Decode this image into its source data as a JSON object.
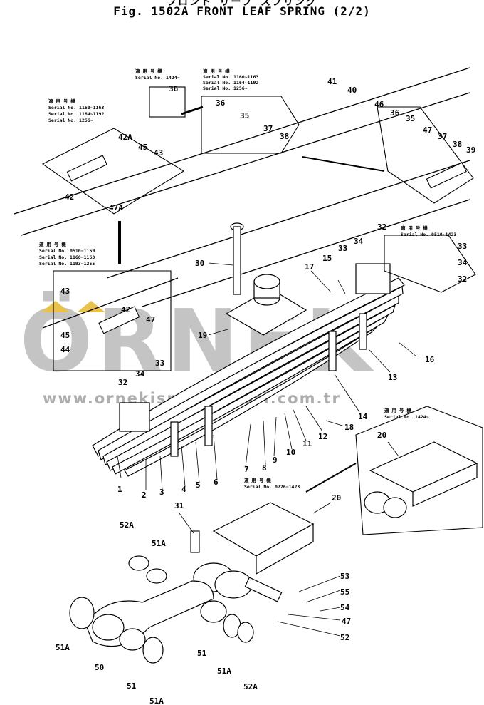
{
  "header": {
    "jp_title": "フロント リーフ スプリング",
    "fig_title": "Fig. 1502A   FRONT LEAF SPRING (2/2)"
  },
  "watermark": {
    "brand": "ÖRNEK",
    "url": "www.ornekismakinalari.com.tr",
    "brand_color": "#b8b8b8",
    "url_color": "#a8a8a8"
  },
  "serial_notes": [
    {
      "id": "note-top-left",
      "lines": [
        "適 用 号 機",
        "Serial No. 1160~1163",
        "Serial No. 1164~1192",
        "Serial No. 1256~"
      ]
    },
    {
      "id": "note-bolt-36",
      "lines": [
        "適 用 号 機",
        "Serial No. 1424~"
      ]
    },
    {
      "id": "note-bracket-36-38",
      "lines": [
        "適 用 号 機",
        "Serial No. 1160~1163",
        "Serial No. 1164~1192",
        "Serial No. 1256~"
      ]
    },
    {
      "id": "note-mid-left",
      "lines": [
        "適 用 号 機",
        "Serial No. 0510~1159",
        "Serial No. 1160~1163",
        "Serial No. 1193~1255"
      ]
    },
    {
      "id": "note-right-32-34",
      "lines": [
        "適 用 号 機",
        "Serial No. 0510~1423"
      ]
    },
    {
      "id": "note-right-20",
      "lines": [
        "適 用 号 機",
        "Serial No. 1424~"
      ]
    },
    {
      "id": "note-center-20",
      "lines": [
        "適 用 号 機",
        "Serial No. 0726~1423"
      ]
    }
  ],
  "part_labels": [
    "1",
    "2",
    "3",
    "4",
    "5",
    "6",
    "7",
    "8",
    "9",
    "10",
    "11",
    "12",
    "13",
    "14",
    "15",
    "16",
    "17",
    "18",
    "19",
    "20",
    "30",
    "31",
    "32",
    "33",
    "34",
    "35",
    "36",
    "37",
    "38",
    "39",
    "40",
    "41",
    "42",
    "42A",
    "43",
    "44",
    "45",
    "46",
    "47",
    "47A",
    "50",
    "51",
    "51A",
    "52",
    "52A",
    "53",
    "54",
    "55"
  ]
}
